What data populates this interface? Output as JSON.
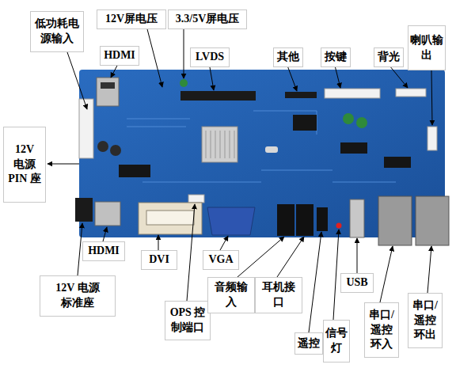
{
  "diagram": {
    "nodes": [
      {
        "text": [
          "低功耗电 源输入"
        ]
      },
      {
        "text": [
          "12V屏电压"
        ]
      },
      {
        "text": [
          "3.3/5V屏电压"
        ]
      },
      {
        "text": [
          "HDMI"
        ]
      },
      {
        "text": [
          "LVDS"
        ]
      },
      {
        "text": [
          "其他"
        ]
      },
      {
        "text": [
          "按键"
        ]
      },
      {
        "text": [
          "背光"
        ]
      },
      {
        "text": [
          "喇叭输 出"
        ]
      },
      {
        "text": [
          "12V 电源 PIN 座"
        ]
      },
      {
        "text": [
          "HDMI"
        ]
      },
      {
        "text": [
          "DVI"
        ]
      },
      {
        "text": [
          "VGA"
        ]
      },
      {
        "text": [
          "12V 电源 标准座"
        ]
      },
      {
        "text": [
          "OPS 控 制端口"
        ]
      },
      {
        "text": [
          "音频输 入"
        ]
      },
      {
        "text": [
          "耳机接 口"
        ]
      },
      {
        "text": [
          "USB"
        ]
      },
      {
        "text": [
          "串口/ 遥控 环入"
        ]
      },
      {
        "text": [
          "串口/ 遥控 环出"
        ]
      },
      {
        "text": [
          "遥控"
        ]
      },
      {
        "text": [
          "信号 灯"
        ]
      }
    ]
  }
}
